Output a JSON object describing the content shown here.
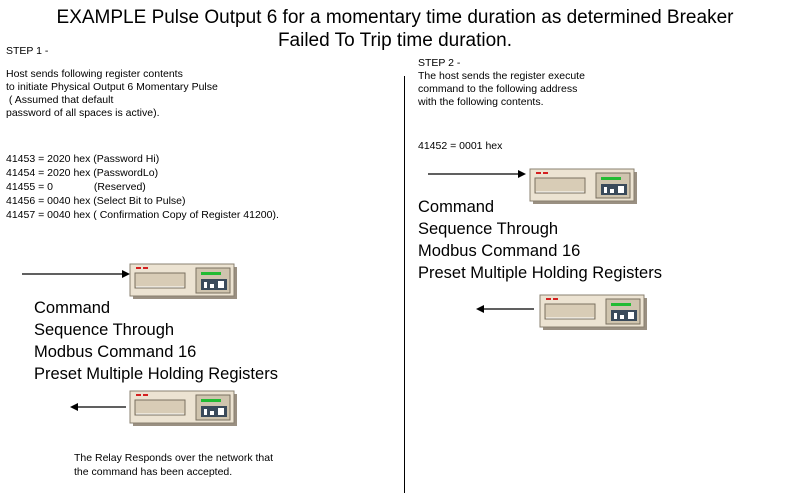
{
  "title": {
    "line1": "EXAMPLE Pulse Output 6 for a momentary time duration as determined Breaker",
    "line2": "Failed To Trip time duration."
  },
  "step1": {
    "heading": "STEP 1 -",
    "intro": [
      "Host sends following register contents",
      "to initiate Physical Output 6 Momentary Pulse",
      " ( Assumed that default",
      "password of all spaces is active)."
    ],
    "registers": [
      "41453 = 2020 hex (Password Hi)",
      "41454 = 2020 hex (PasswordLo)",
      "41455 = 0              (Reserved)",
      "41456 = 0040 hex (Select Bit to Pulse)",
      "41457 = 0040 hex ( Confirmation Copy of Register 41200)."
    ],
    "command": [
      "Command",
      "Sequence Through",
      "Modbus Command 16",
      "Preset Multiple Holding Registers"
    ],
    "response": [
      "The Relay Responds over the network that",
      "the command has been accepted."
    ]
  },
  "step2": {
    "heading": "STEP 2 -",
    "intro": [
      "The host sends the register execute",
      "command to the following address",
      "with the following contents."
    ],
    "register": "41452 = 0001 hex",
    "command": [
      "Command",
      "Sequence Through",
      "Modbus Command 16",
      "Preset Multiple Holding Registers"
    ]
  },
  "icons": {
    "device": "relay-device-icon",
    "arrow_right": "arrow-right-icon",
    "arrow_left": "arrow-left-icon"
  },
  "colors": {
    "device_body": "#ece3d2",
    "device_panel": "#d8ccb6",
    "led_red": "#d42020",
    "led_green": "#22bb33",
    "display": "#3a4a5a"
  }
}
